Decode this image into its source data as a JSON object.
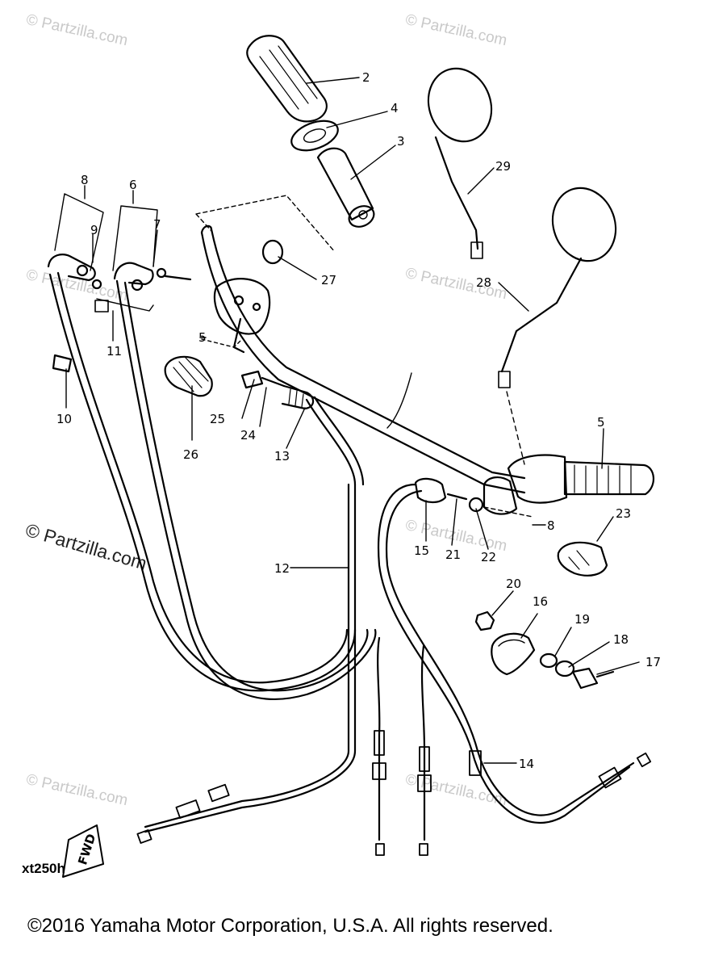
{
  "watermark": {
    "text": "Partzilla.com",
    "symbol": "©"
  },
  "callouts": {
    "c2": "2",
    "c3": "3",
    "c4": "4",
    "c5": "5",
    "c5b": "5",
    "c6": "6",
    "c7": "7",
    "c8": "8",
    "c8b": "8",
    "c9": "9",
    "c10": "10",
    "c11": "11",
    "c12": "12",
    "c13": "13",
    "c14": "14",
    "c15": "15",
    "c16": "16",
    "c17": "17",
    "c18": "18",
    "c19": "19",
    "c20": "20",
    "c21": "21",
    "c22": "22",
    "c23": "23",
    "c24": "24",
    "c25": "25",
    "c26": "26",
    "c27": "27",
    "c28": "28",
    "c29": "29"
  },
  "fwd_label": "FWD",
  "diagram_code": "xt250h",
  "copyright": "©2016  Yamaha Motor Corporation, U.S.A. All rights reserved."
}
